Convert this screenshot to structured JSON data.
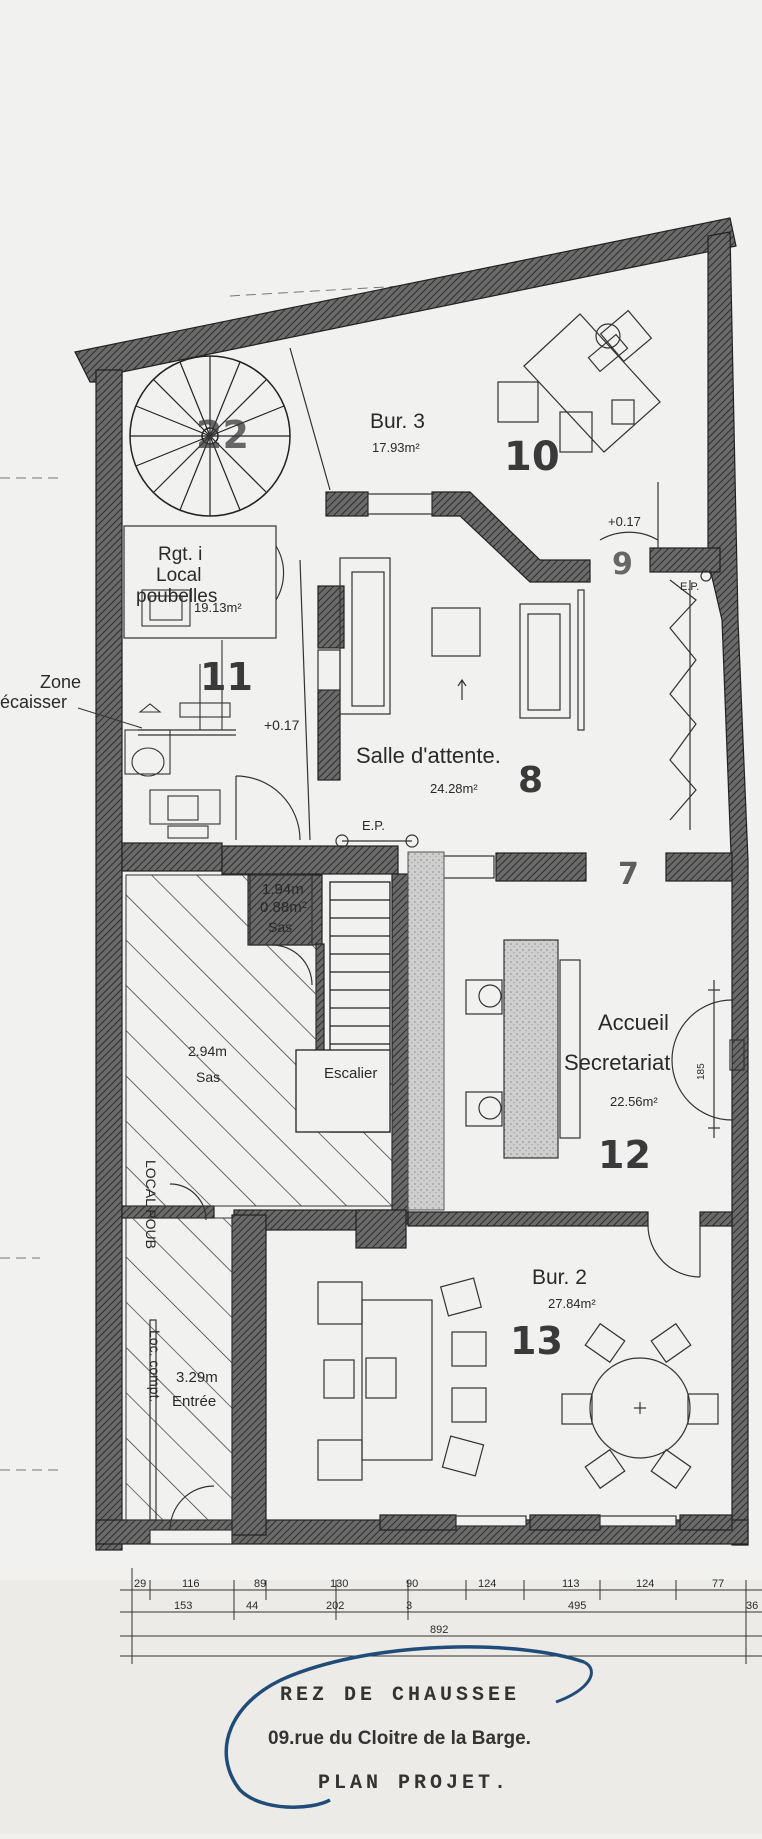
{
  "rooms": {
    "bur3": {
      "name": "Bur. 3",
      "area": "17.93m²",
      "number": "10"
    },
    "local": {
      "name1": "Rgt. i",
      "name2": "Local",
      "name3": "poubelles",
      "area": "19.13m²",
      "number": "11"
    },
    "stair_number": "22",
    "door_number": "9",
    "zone": {
      "line1": "Zone",
      "line2": "écaisser"
    },
    "level1": "+0.17",
    "level2": "+0.17",
    "ep1": "E.P.",
    "ep2": "E.P.",
    "salle": {
      "name": "Salle  d'attente.",
      "area": "24.28m²",
      "number": "8"
    },
    "door7": "7",
    "sas1": {
      "dim": "1.94m",
      "area": "0.88m²",
      "name": "Sas"
    },
    "sas2": {
      "dim": "2.94m",
      "name": "Sas"
    },
    "escalier": "Escalier",
    "local_poub": "LOCAL POUB",
    "accueil": {
      "name1": "Accueil",
      "name2": "Secretariat",
      "area": "22.56m²",
      "number": "12",
      "dim": "185"
    },
    "bur2": {
      "name": "Bur. 2",
      "area": "27.84m²",
      "number": "13"
    },
    "entree": {
      "dim": "3.29m",
      "name": "Entrée"
    },
    "loc_compt": "Loc. compt."
  },
  "dimensions": {
    "row1": [
      "29",
      "116",
      "89",
      "130",
      "90",
      "124",
      "113",
      "124",
      "77"
    ],
    "row2": [
      "153",
      "44",
      "202",
      "3",
      "495",
      "36"
    ],
    "total": "892"
  },
  "title_block": {
    "line1": "REZ DE CHAUSSEE",
    "line2": "09.rue du Cloitre de la Barge.",
    "line3": "PLAN PROJET."
  }
}
